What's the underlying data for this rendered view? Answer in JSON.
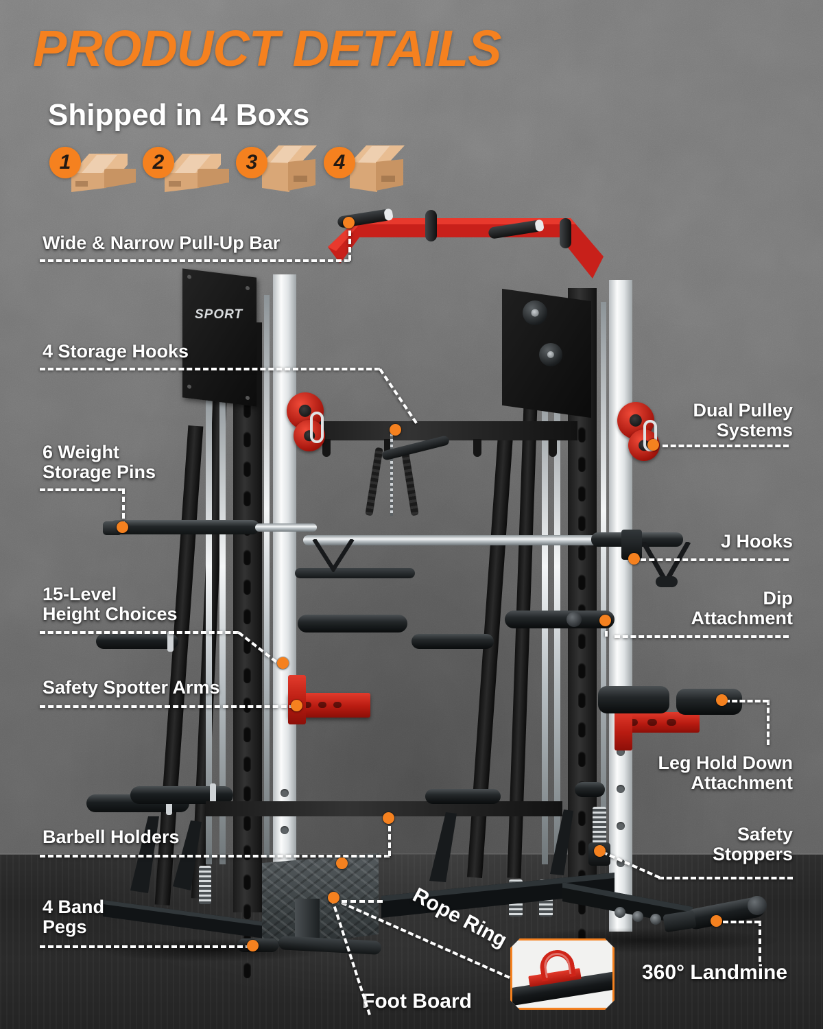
{
  "header": {
    "title": "PRODUCT DETAILS",
    "subtitle": "Shipped in 4 Boxs",
    "accent_color": "#f5811f",
    "text_color": "#ffffff",
    "wall_color": "#6d6d6d",
    "floor_color": "#282828"
  },
  "boxes": [
    {
      "number": "1",
      "icon": "flat-carton-icon"
    },
    {
      "number": "2",
      "icon": "flat-carton-icon"
    },
    {
      "number": "3",
      "icon": "cube-carton-icon"
    },
    {
      "number": "4",
      "icon": "cube-carton-icon"
    }
  ],
  "product": {
    "brand_plate": "SPORT",
    "frame_color": "#1a1a1a",
    "upright_color": "#f0f3f4",
    "pullup_bar_color": "#c8201a",
    "bracket_color": "#c4211a"
  },
  "callouts": [
    {
      "id": "pullup-bar",
      "label": "Wide & Narrow Pull-Up Bar",
      "side": "left"
    },
    {
      "id": "storage-hooks",
      "label": "4 Storage Hooks",
      "side": "left"
    },
    {
      "id": "weight-pins",
      "label": "6 Weight\nStorage Pins",
      "side": "left"
    },
    {
      "id": "height-choices",
      "label": "15-Level\nHeight Choices",
      "side": "left"
    },
    {
      "id": "spotter-arms",
      "label": "Safety Spotter Arms",
      "side": "left"
    },
    {
      "id": "barbell-holders",
      "label": "Barbell Holders",
      "side": "left"
    },
    {
      "id": "band-pegs",
      "label": "4 Band\nPegs",
      "side": "left"
    },
    {
      "id": "dual-pulley",
      "label": "Dual Pulley\nSystems",
      "side": "right"
    },
    {
      "id": "j-hooks",
      "label": "J Hooks",
      "side": "right"
    },
    {
      "id": "dip-attachment",
      "label": "Dip\nAttachment",
      "side": "right"
    },
    {
      "id": "leg-hold-down",
      "label": "Leg Hold Down\nAttachment",
      "side": "right"
    },
    {
      "id": "safety-stoppers",
      "label": "Safety\nStoppers",
      "side": "right"
    },
    {
      "id": "landmine",
      "label": "360° Landmine",
      "side": "right"
    },
    {
      "id": "rope-ring",
      "label": "Rope Ring",
      "side": "bottom"
    },
    {
      "id": "foot-board",
      "label": "Foot Board",
      "side": "bottom"
    }
  ],
  "inset": {
    "name": "rope-ring-detail",
    "border_color": "#f5811f"
  }
}
